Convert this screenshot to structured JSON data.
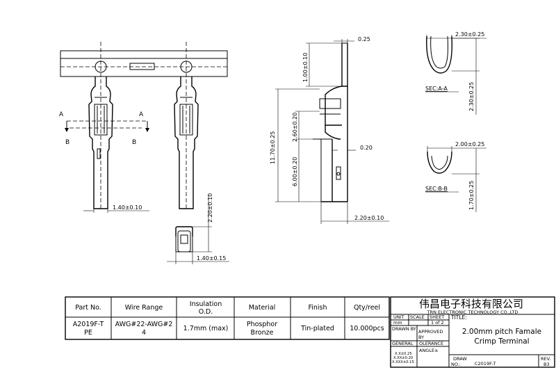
{
  "dimensions": {
    "top_thickness": "0.25",
    "height_1": "1.00±0.10",
    "height_overall": "11.70±0.25",
    "height_2": "2.60±0.20",
    "height_3": "6.00±0.20",
    "thickness_2": "0.20",
    "width_side": "2.20±0.10",
    "width_front": "1.40±0.10",
    "end_height": "2.20±0.10",
    "end_width": "1.40±0.15",
    "sec_a_width": "2.30±0.25",
    "sec_a_height": "2.30±0.25",
    "sec_b_width": "2.00±0.25",
    "sec_b_height": "1.70±0.25"
  },
  "section_labels": {
    "a": "A",
    "b": "B",
    "sec_a": "SEC:A-A",
    "sec_b": "SEC:B-B"
  },
  "spec_table": {
    "headers": [
      "Part No.",
      "Wire Range",
      "Insulation\nO.D.",
      "Material",
      "Finish",
      "Qty/reel"
    ],
    "row": {
      "part_no_1": "A2019F-T",
      "part_no_2": "PE",
      "wire_range_1": "AWG#22-AWG#2",
      "wire_range_2": "4",
      "insulation": "1.7mm (max)",
      "material_1": "Phosphor",
      "material_2": "Bronze",
      "finish": "Tin-plated",
      "qty": "10.000pcs"
    }
  },
  "title_block": {
    "company_cn": "伟昌电子科技有限公司",
    "company_en": "TRN ELECTRONIC TECHNOLOGY CO.,LTD",
    "unit_label": "UNIT",
    "unit_value": "mm",
    "scale_label": "SCALE",
    "sheet_label": "SHEET",
    "sheet_value": "1 of 2",
    "title_label": "TITLE:",
    "title_line1": "2.00mm pitch Famale",
    "title_line2": "Crimp Terminal",
    "drawn_by": "DRAWN BY",
    "approved_by_1": "APPROVED",
    "approved_by_2": "BY",
    "general": "GENERAL",
    "tolerance": "OLERANCE",
    "tol_1": "X.X±0.25",
    "tol_2": "X.XX±0.20",
    "tol_3": "X.XXX±0.15",
    "angle": "ANGLE±",
    "draw_label": "DRAW",
    "no_label": "NO.:",
    "drawing_no": "C2019F-T",
    "rev_label": "REV.",
    "rev_value": "B3"
  }
}
